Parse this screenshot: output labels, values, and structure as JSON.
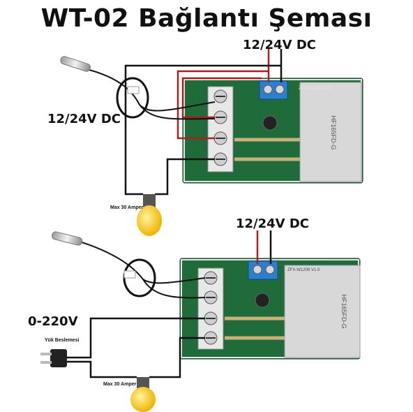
{
  "title": "WT-02 Bağlantı Şeması",
  "top": {
    "module_voltage": "12/24V DC",
    "sensor_voltage": "12/24V DC",
    "lamp_label": "Max 30 Amper"
  },
  "bottom": {
    "module_voltage": "12/24V DC",
    "supply_voltage": "0-220V",
    "plug_label": "Yük Beslemesi",
    "lamp_label": "Max 30 Amper"
  },
  "board": {
    "relay_text": "HF165FD-G",
    "silk_text": "ZFX-W1208 V1.0"
  },
  "colors": {
    "pcb": "#1f6b3a",
    "terminal_block": "#2a7fd0",
    "relay": "#d8d8d8",
    "wire_red": "#b01c1c",
    "wire_black": "#111111",
    "lamp": "#f4c11a"
  }
}
